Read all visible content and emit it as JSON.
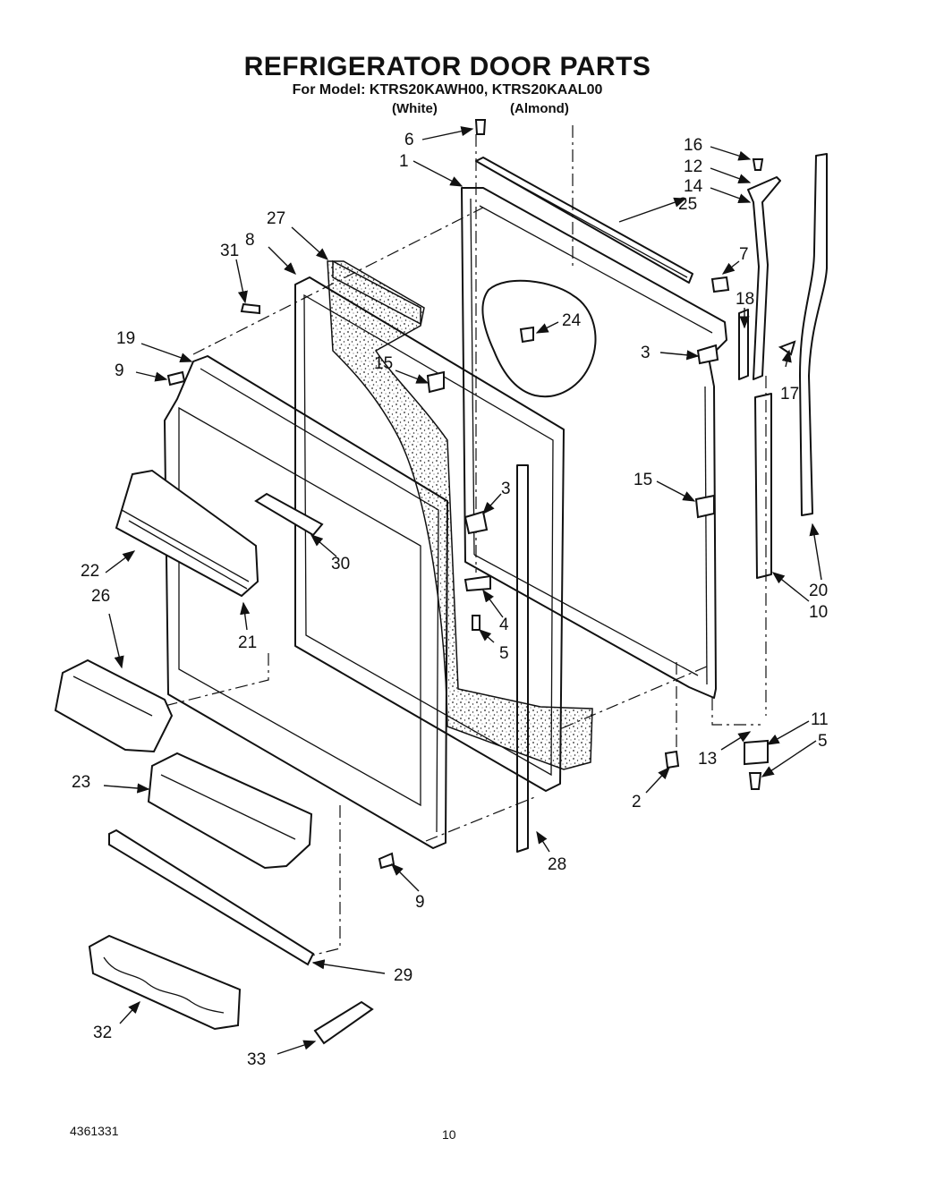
{
  "title": "REFRIGERATOR DOOR PARTS",
  "subtitle": "For Model: KTRS20KAWH00, KTRS20KAAL00",
  "variants": [
    "(White)",
    "(Almond)"
  ],
  "footer": {
    "doc_number": "4361331",
    "page_number": "10"
  },
  "callouts": [
    {
      "id": "c1",
      "label": "1"
    },
    {
      "id": "c2",
      "label": "2"
    },
    {
      "id": "c3a",
      "label": "3"
    },
    {
      "id": "c3b",
      "label": "3"
    },
    {
      "id": "c4",
      "label": "4"
    },
    {
      "id": "c5a",
      "label": "5"
    },
    {
      "id": "c5b",
      "label": "5"
    },
    {
      "id": "c6",
      "label": "6"
    },
    {
      "id": "c7",
      "label": "7"
    },
    {
      "id": "c8",
      "label": "8"
    },
    {
      "id": "c9a",
      "label": "9"
    },
    {
      "id": "c9b",
      "label": "9"
    },
    {
      "id": "c10",
      "label": "10"
    },
    {
      "id": "c11",
      "label": "11"
    },
    {
      "id": "c12",
      "label": "12"
    },
    {
      "id": "c13",
      "label": "13"
    },
    {
      "id": "c14",
      "label": "14"
    },
    {
      "id": "c15a",
      "label": "15"
    },
    {
      "id": "c15b",
      "label": "15"
    },
    {
      "id": "c16",
      "label": "16"
    },
    {
      "id": "c17",
      "label": "17"
    },
    {
      "id": "c18",
      "label": "18"
    },
    {
      "id": "c19",
      "label": "19"
    },
    {
      "id": "c20",
      "label": "20"
    },
    {
      "id": "c21",
      "label": "21"
    },
    {
      "id": "c22",
      "label": "22"
    },
    {
      "id": "c23",
      "label": "23"
    },
    {
      "id": "c24",
      "label": "24"
    },
    {
      "id": "c25",
      "label": "25"
    },
    {
      "id": "c26",
      "label": "26"
    },
    {
      "id": "c27",
      "label": "27"
    },
    {
      "id": "c28",
      "label": "28"
    },
    {
      "id": "c29",
      "label": "29"
    },
    {
      "id": "c30",
      "label": "30"
    },
    {
      "id": "c31",
      "label": "31"
    },
    {
      "id": "c32",
      "label": "32"
    },
    {
      "id": "c33",
      "label": "33"
    }
  ]
}
